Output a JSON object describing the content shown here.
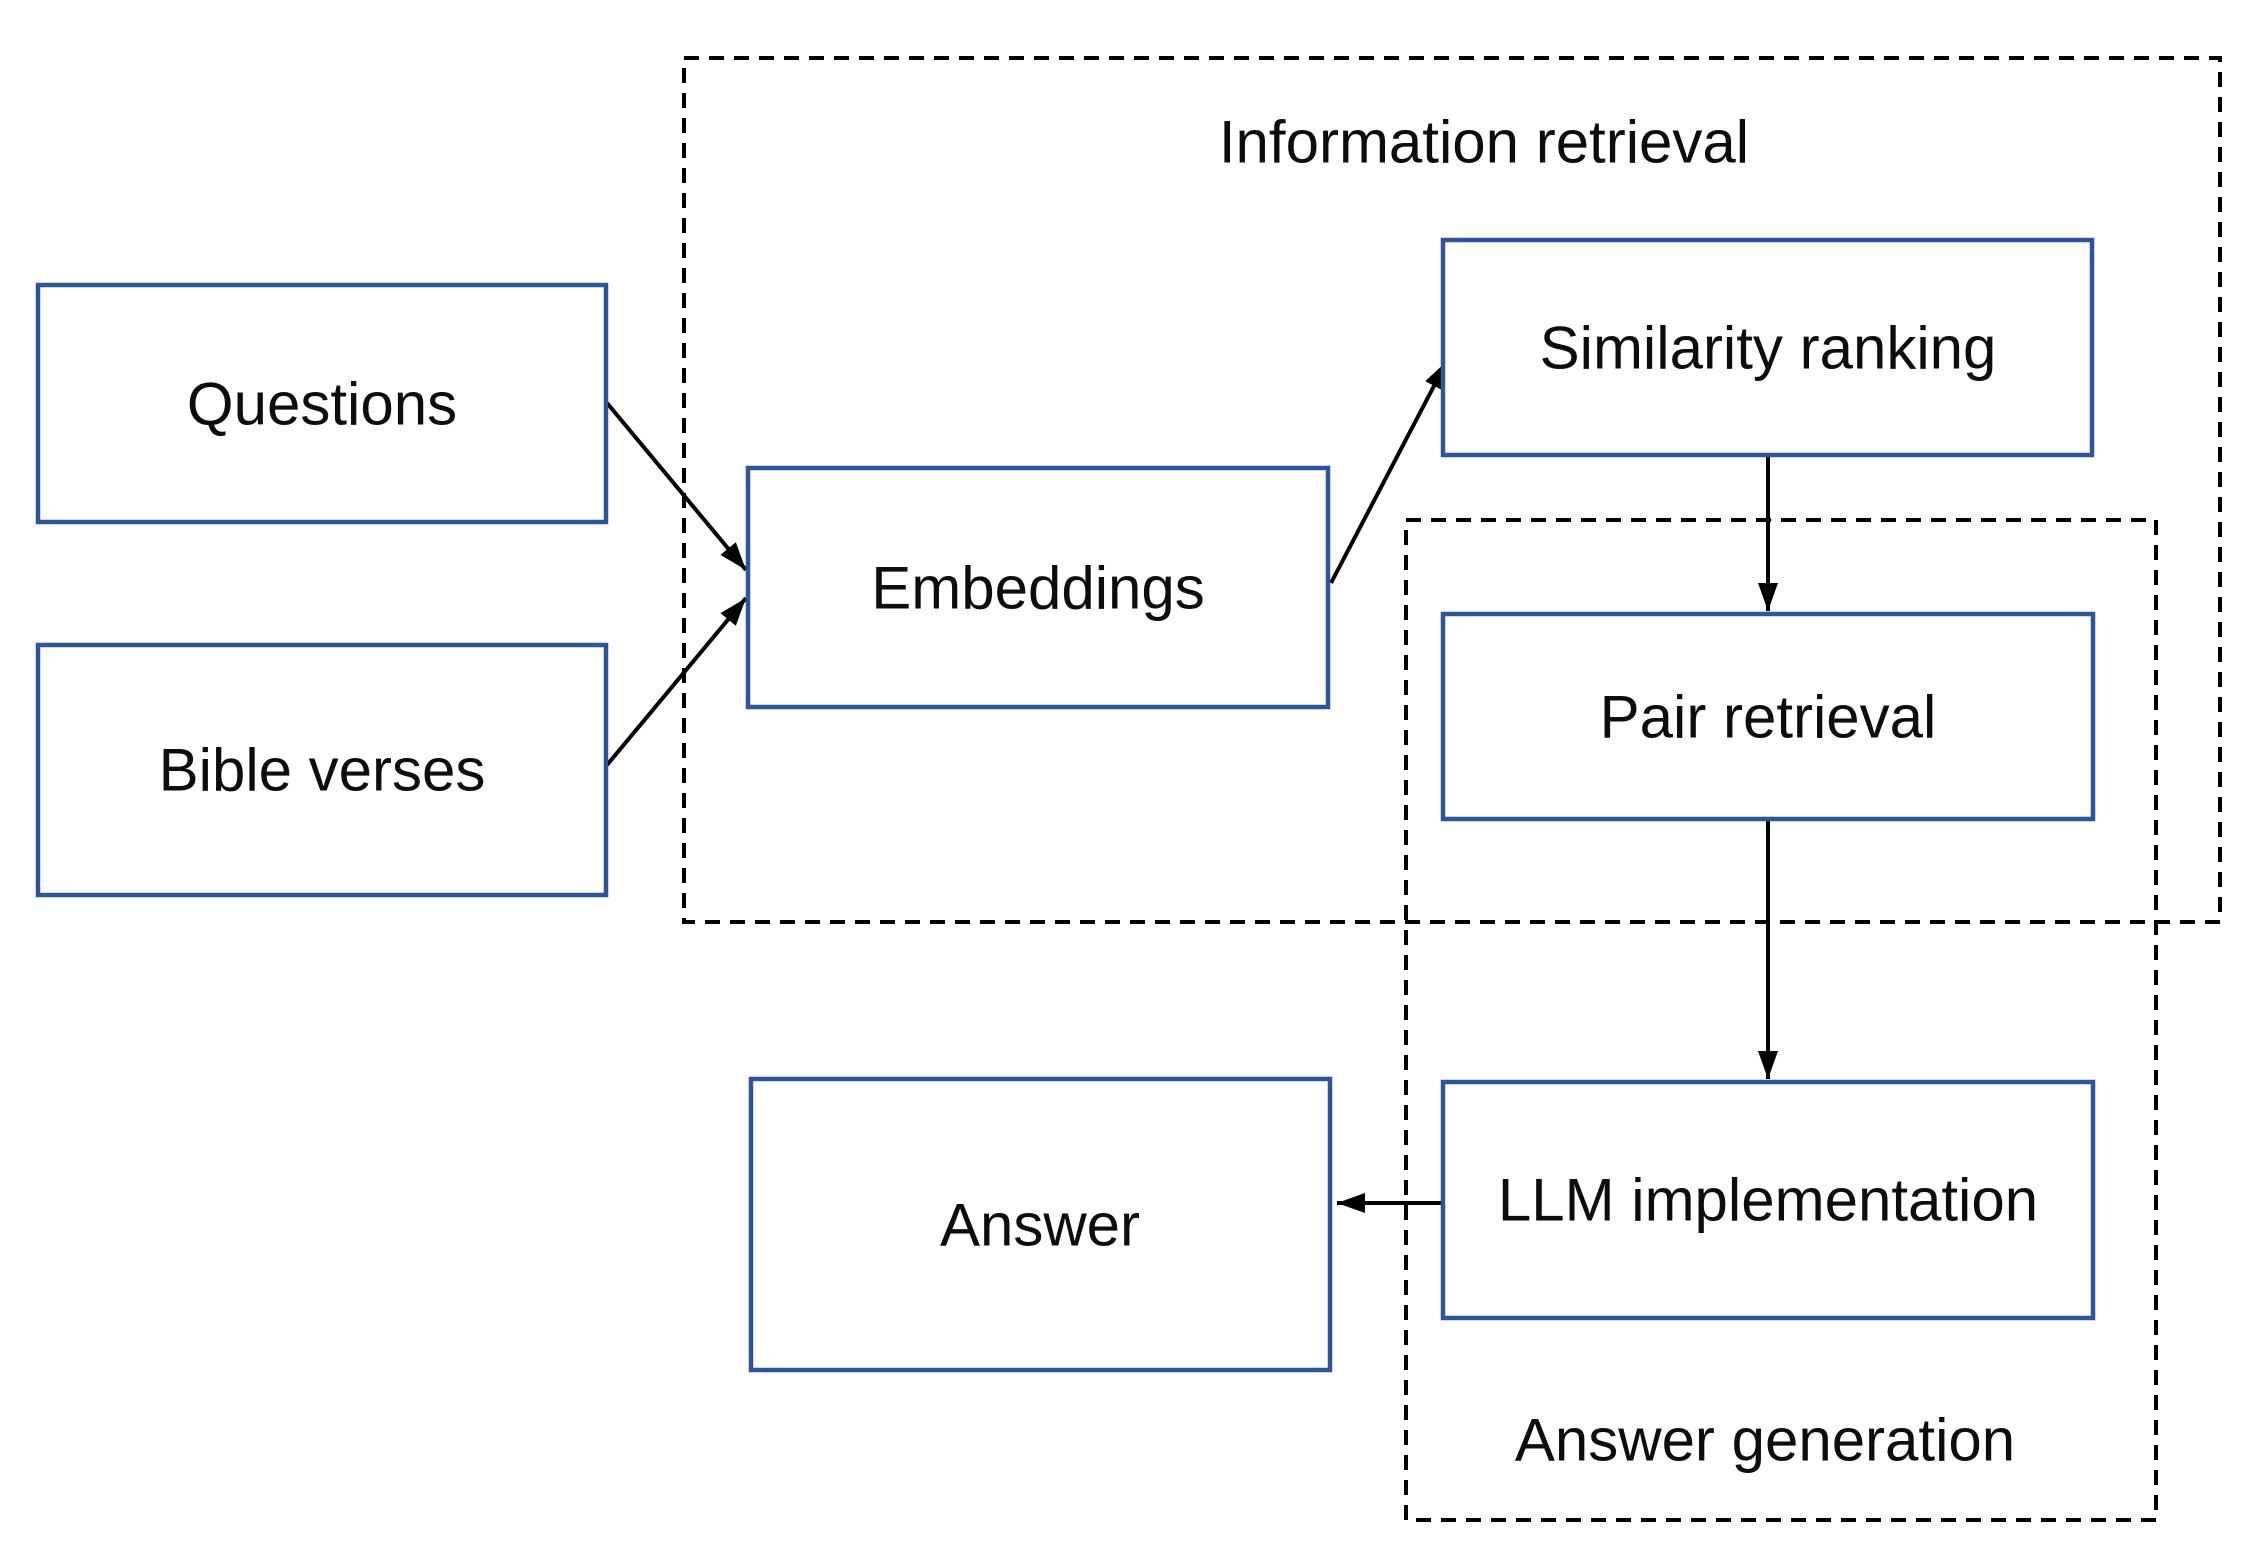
{
  "figure": {
    "containers": {
      "information_retrieval": "Information retrieval",
      "answer_generation": "Answer generation"
    },
    "nodes": {
      "questions": "Questions",
      "bible_verses": "Bible verses",
      "embeddings": "Embeddings",
      "similarity_ranking": "Similarity ranking",
      "pair_retrieval": "Pair retrieval",
      "llm_implementation": "LLM implementation",
      "answer": "Answer"
    },
    "edges": [
      {
        "from": "Questions",
        "to": "Embeddings"
      },
      {
        "from": "Bible verses",
        "to": "Embeddings"
      },
      {
        "from": "Embeddings",
        "to": "Similarity ranking"
      },
      {
        "from": "Similarity ranking",
        "to": "Pair retrieval"
      },
      {
        "from": "Pair retrieval",
        "to": "LLM implementation"
      },
      {
        "from": "LLM implementation",
        "to": "Answer"
      }
    ],
    "colors": {
      "background": "#ffffff",
      "node_border": "#2f5597",
      "node_fill": "#ffffff",
      "connector": "#000000",
      "container_border": "#000000",
      "text": "#0d0d0d"
    }
  }
}
